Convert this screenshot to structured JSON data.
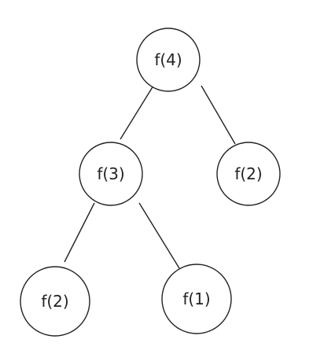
{
  "tree": {
    "nodes": [
      {
        "id": "n1",
        "label": "f(4)"
      },
      {
        "id": "n2",
        "label": "f(3)"
      },
      {
        "id": "n3",
        "label": "f(2)"
      },
      {
        "id": "n4",
        "label": "f(2)"
      },
      {
        "id": "n5",
        "label": "f(1)"
      }
    ],
    "edges": [
      {
        "from": "n1",
        "to": "n2"
      },
      {
        "from": "n1",
        "to": "n3"
      },
      {
        "from": "n2",
        "to": "n4"
      },
      {
        "from": "n2",
        "to": "n5"
      }
    ]
  },
  "colors": {
    "stroke": "#222222",
    "fill": "#ffffff",
    "text": "#222222"
  }
}
